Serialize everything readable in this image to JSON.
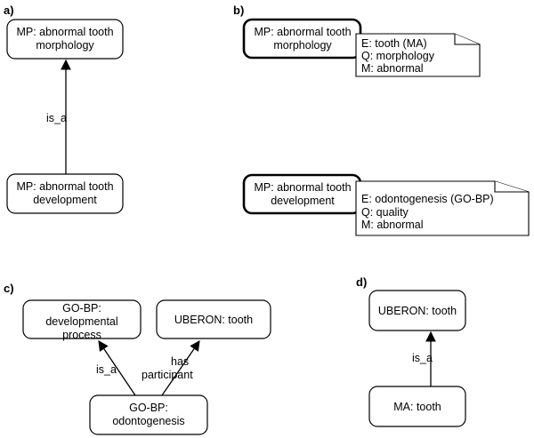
{
  "panels": {
    "a": {
      "label": "a)",
      "top": {
        "line1": "MP: abnormal tooth",
        "line2": "morphology"
      },
      "bottom": {
        "line1": "MP: abnormal tooth",
        "line2": "development"
      },
      "edge": "is_a"
    },
    "b": {
      "label": "b)",
      "top": {
        "line1": "MP: abnormal tooth",
        "line2": "morphology"
      },
      "top_note": {
        "e": "E: tooth (MA)",
        "q": "Q: morphology",
        "m": "M: abnormal"
      },
      "bottom": {
        "line1": "MP: abnormal tooth",
        "line2": "development"
      },
      "bottom_note": {
        "e": "E: odontogenesis (GO-BP)",
        "q": "Q: quality",
        "m": "M: abnormal"
      }
    },
    "c": {
      "label": "c)",
      "left": {
        "line1": "GO-BP:",
        "line2": "developmental",
        "line3": "process"
      },
      "right": "UBERON: tooth",
      "bottom": {
        "line1": "GO-BP:",
        "line2": "odontogenesis"
      },
      "edge_left": "is_a",
      "edge_right": {
        "line1": "has",
        "line2": "participant"
      }
    },
    "d": {
      "label": "d)",
      "top": "UBERON: tooth",
      "bottom": "MA: tooth",
      "edge": "is_a"
    }
  }
}
